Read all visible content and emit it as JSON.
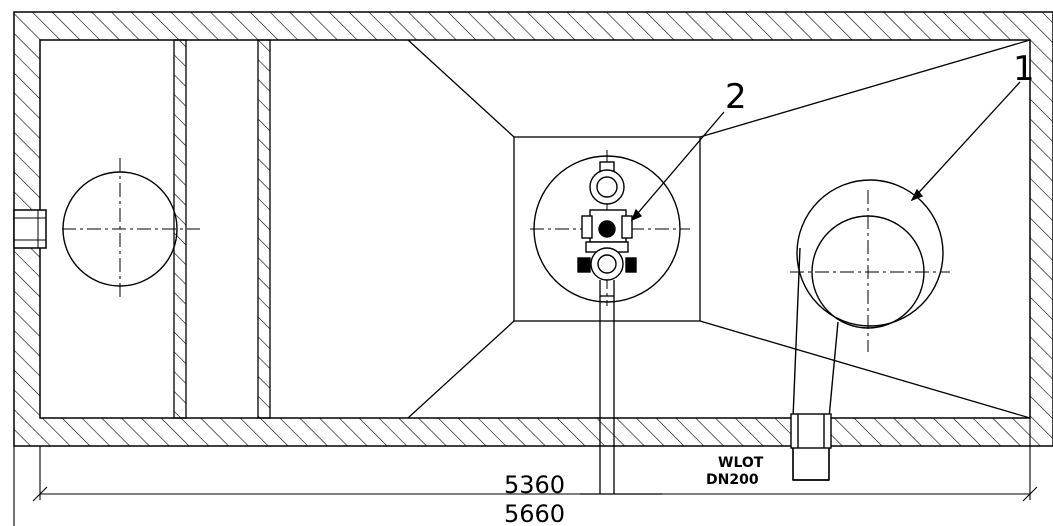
{
  "callouts": {
    "item_1": "1",
    "item_2": "2"
  },
  "outlet": {
    "line1": "WLOT",
    "line2": "DN200"
  },
  "dimensions": {
    "inner": "5360",
    "outer": "5660"
  },
  "colors": {
    "ink": "#000000",
    "paper": "#ffffff"
  }
}
